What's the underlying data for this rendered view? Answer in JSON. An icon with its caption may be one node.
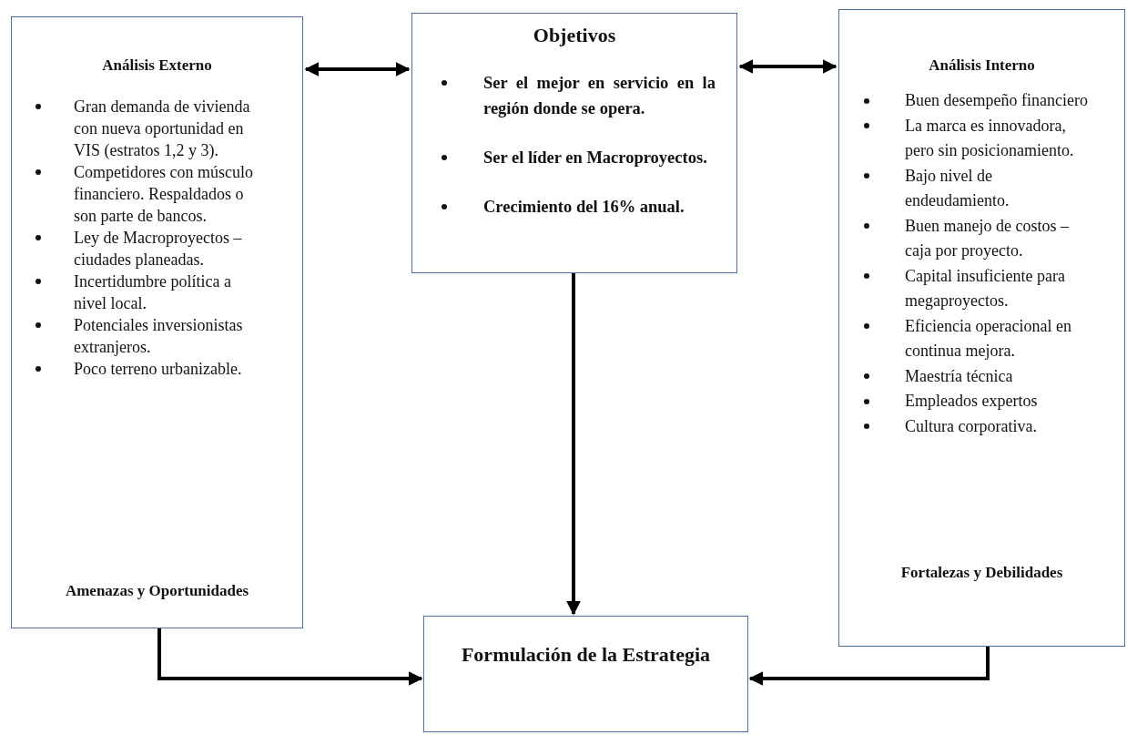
{
  "diagram": {
    "nodes": [
      {
        "text": [
          "Análisis Externo",
          "Gran demanda de vivienda con nueva oportunidad en VIS (estratos 1,2 y 3).",
          "Competidores con músculo financiero. Respaldados o son parte de bancos.",
          "Ley de Macroproyectos – ciudades planeadas.",
          "Incertidumbre política a nivel local.",
          "Potenciales inversionistas extranjeros.",
          "Poco terreno urbanizable.",
          "Amenazas y Oportunidades"
        ]
      },
      {
        "text": [
          "Objetivos",
          "Ser el mejor en servicio en la región donde se opera.",
          "Ser el líder en Macroproyectos.",
          "Crecimiento del 16% anual."
        ]
      },
      {
        "text": [
          "Análisis Interno",
          "Buen desempeño financiero",
          "La marca es innovadora, pero sin posicionamiento.",
          "Bajo nivel de endeudamiento.",
          "Buen manejo de costos – caja por proyecto.",
          "Capital insuficiente para megaproyectos.",
          "Eficiencia operacional en continua mejora.",
          "Maestría técnica",
          "Empleados expertos",
          "Cultura corporativa.",
          "Fortalezas y Debilidades"
        ]
      },
      {
        "text": [
          "Formulación de la Estrategia"
        ]
      }
    ],
    "edges": [
      {
        "from": 0,
        "to": 1,
        "arrow": "both"
      },
      {
        "from": 1,
        "to": 2,
        "arrow": "both"
      },
      {
        "from": 1,
        "to": 3,
        "arrow": "to"
      },
      {
        "from": 0,
        "to": 3,
        "arrow": "to"
      },
      {
        "from": 2,
        "to": 3,
        "arrow": "to"
      }
    ]
  }
}
